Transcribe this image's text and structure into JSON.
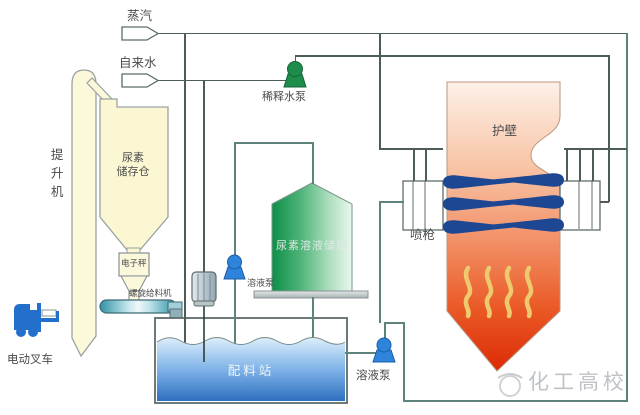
{
  "diagram": {
    "title_context": "urea solution SNCR process flow diagram",
    "labels": {
      "steam": "蒸汽",
      "tap_water": "自来水",
      "hoist": "提升机",
      "silo_line1": "尿素",
      "silo_line2": "储存仓",
      "scale": "电子秤",
      "screw_feeder": "螺旋给料机",
      "forklift": "电动叉车",
      "batching_station": "配料站",
      "solution_pump_1": "溶液泵",
      "dilution_pump": "稀释水泵",
      "storage_tank": "尿素溶液储罐",
      "solution_pump_2": "溶液泵",
      "furnace_wall": "护壁",
      "spray_gun": "喷枪",
      "watermark": "化工高校"
    },
    "colors": {
      "pipe": "#4d5c59",
      "flame_jet_blue": "#1d4693",
      "furnace_top": "#fdf1e8",
      "furnace_bottom": "#dc2a06",
      "fire_squiggle_yellow": "#eec96d",
      "water_blue": "#4489d8",
      "tank_green": "#0d8f47",
      "pump_blue": "#2e84da",
      "pump_green": "#1e8c4a",
      "forklift_blue": "#2270cc",
      "silo_cream": "#fbf7d2",
      "watermark_gray": "#bfc3c7"
    }
  }
}
